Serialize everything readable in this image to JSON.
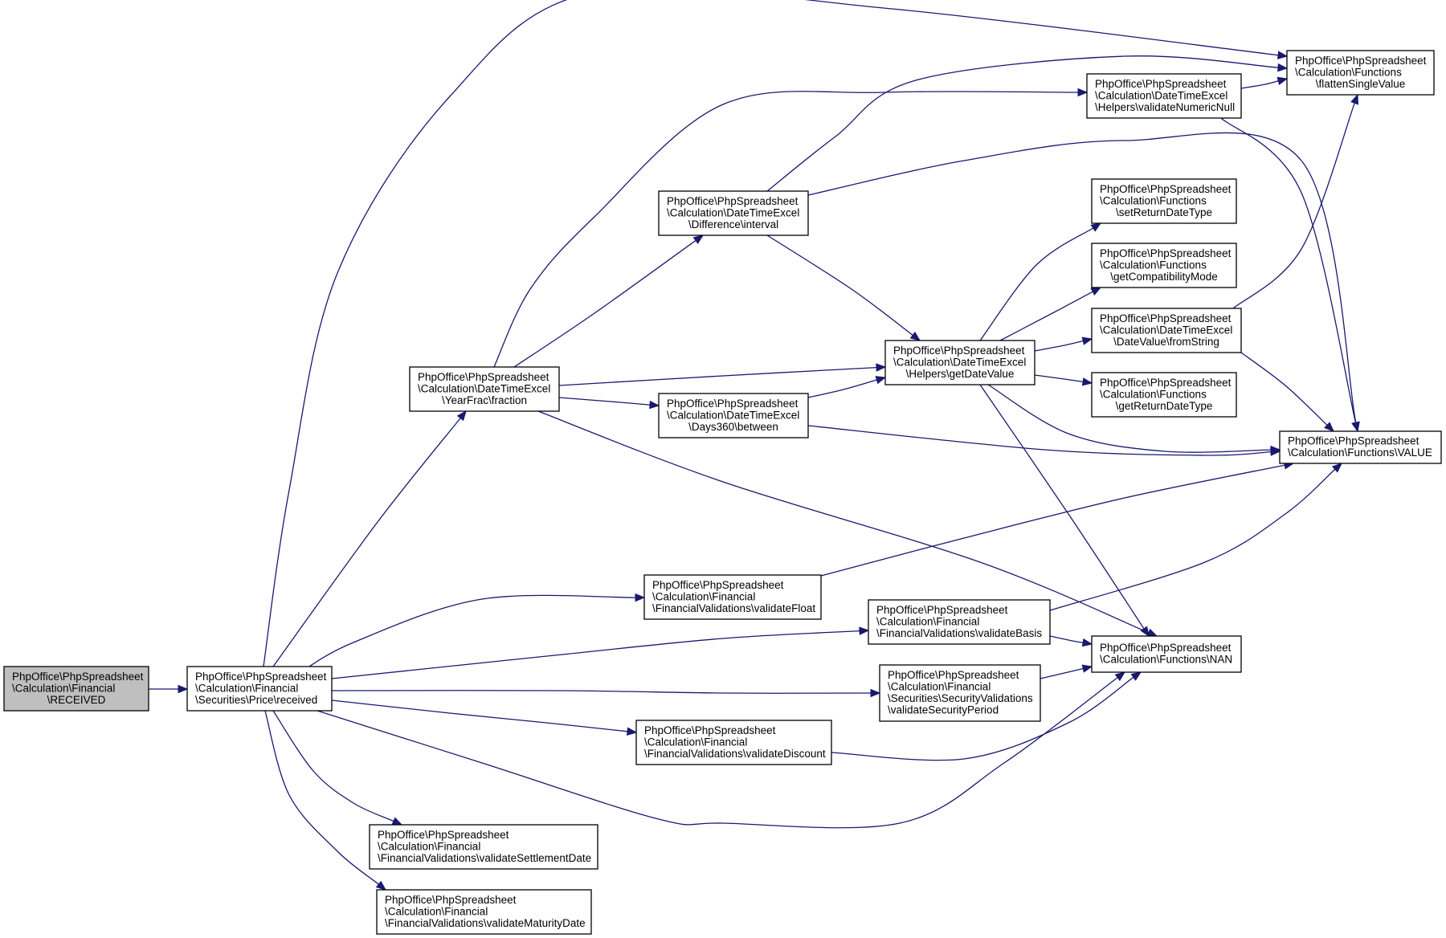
{
  "nodes": [
    {
      "id": "received_root",
      "lines": [
        "PhpOffice\\PhpSpreadsheet",
        "\\Calculation\\Financial",
        "\\RECEIVED"
      ],
      "root": true
    },
    {
      "id": "price_received",
      "lines": [
        "PhpOffice\\PhpSpreadsheet",
        "\\Calculation\\Financial",
        "\\Securities\\Price\\received"
      ]
    },
    {
      "id": "yearfrac_fraction",
      "lines": [
        "PhpOffice\\PhpSpreadsheet",
        "\\Calculation\\DateTimeExcel",
        "\\YearFrac\\fraction"
      ]
    },
    {
      "id": "difference_interval",
      "lines": [
        "PhpOffice\\PhpSpreadsheet",
        "\\Calculation\\DateTimeExcel",
        "\\Difference\\interval"
      ]
    },
    {
      "id": "days360_between",
      "lines": [
        "PhpOffice\\PhpSpreadsheet",
        "\\Calculation\\DateTimeExcel",
        "\\Days360\\between"
      ]
    },
    {
      "id": "helpers_getdatevalue",
      "lines": [
        "PhpOffice\\PhpSpreadsheet",
        "\\Calculation\\DateTimeExcel",
        "\\Helpers\\getDateValue"
      ]
    },
    {
      "id": "helpers_validatenumericnull",
      "lines": [
        "PhpOffice\\PhpSpreadsheet",
        "\\Calculation\\DateTimeExcel",
        "\\Helpers\\validateNumericNull"
      ]
    },
    {
      "id": "flattensinglevalue",
      "lines": [
        "PhpOffice\\PhpSpreadsheet",
        "\\Calculation\\Functions",
        "\\flattenSingleValue"
      ]
    },
    {
      "id": "setreturndatetype",
      "lines": [
        "PhpOffice\\PhpSpreadsheet",
        "\\Calculation\\Functions",
        "\\setReturnDateType"
      ]
    },
    {
      "id": "getcompatibilitymode",
      "lines": [
        "PhpOffice\\PhpSpreadsheet",
        "\\Calculation\\Functions",
        "\\getCompatibilityMode"
      ]
    },
    {
      "id": "datevalue_fromstring",
      "lines": [
        "PhpOffice\\PhpSpreadsheet",
        "\\Calculation\\DateTimeExcel",
        "\\DateValue\\fromString"
      ]
    },
    {
      "id": "getreturndatetype",
      "lines": [
        "PhpOffice\\PhpSpreadsheet",
        "\\Calculation\\Functions",
        "\\getReturnDateType"
      ]
    },
    {
      "id": "functions_value",
      "lines": [
        "PhpOffice\\PhpSpreadsheet",
        "\\Calculation\\Functions\\VALUE"
      ]
    },
    {
      "id": "validatefloat",
      "lines": [
        "PhpOffice\\PhpSpreadsheet",
        "\\Calculation\\Financial",
        "\\FinancialValidations\\validateFloat"
      ]
    },
    {
      "id": "validatebasis",
      "lines": [
        "PhpOffice\\PhpSpreadsheet",
        "\\Calculation\\Financial",
        "\\FinancialValidations\\validateBasis"
      ]
    },
    {
      "id": "functions_nan",
      "lines": [
        "PhpOffice\\PhpSpreadsheet",
        "\\Calculation\\Functions\\NAN"
      ]
    },
    {
      "id": "validatesecurityperiod",
      "lines": [
        "PhpOffice\\PhpSpreadsheet",
        "\\Calculation\\Financial",
        "\\Securities\\SecurityValidations",
        "\\validateSecurityPeriod"
      ]
    },
    {
      "id": "validatediscount",
      "lines": [
        "PhpOffice\\PhpSpreadsheet",
        "\\Calculation\\Financial",
        "\\FinancialValidations\\validateDiscount"
      ]
    },
    {
      "id": "validatesettlementdate",
      "lines": [
        "PhpOffice\\PhpSpreadsheet",
        "\\Calculation\\Financial",
        "\\FinancialValidations\\validateSettlementDate"
      ]
    },
    {
      "id": "validatematuritydate",
      "lines": [
        "PhpOffice\\PhpSpreadsheet",
        "\\Calculation\\Financial",
        "\\FinancialValidations\\validateMaturityDate"
      ]
    }
  ],
  "edges": [
    [
      "received_root",
      "price_received"
    ],
    [
      "price_received",
      "flattensinglevalue"
    ],
    [
      "price_received",
      "yearfrac_fraction"
    ],
    [
      "price_received",
      "validatefloat"
    ],
    [
      "price_received",
      "validatebasis"
    ],
    [
      "price_received",
      "validatesecurityperiod"
    ],
    [
      "price_received",
      "validatediscount"
    ],
    [
      "price_received",
      "functions_nan"
    ],
    [
      "price_received",
      "validatesettlementdate"
    ],
    [
      "price_received",
      "validatematuritydate"
    ],
    [
      "yearfrac_fraction",
      "helpers_validatenumericnull"
    ],
    [
      "yearfrac_fraction",
      "difference_interval"
    ],
    [
      "yearfrac_fraction",
      "helpers_getdatevalue"
    ],
    [
      "yearfrac_fraction",
      "days360_between"
    ],
    [
      "yearfrac_fraction",
      "functions_nan"
    ],
    [
      "difference_interval",
      "flattensinglevalue"
    ],
    [
      "difference_interval",
      "functions_value"
    ],
    [
      "difference_interval",
      "helpers_getdatevalue"
    ],
    [
      "days360_between",
      "helpers_getdatevalue"
    ],
    [
      "days360_between",
      "functions_value"
    ],
    [
      "helpers_validatenumericnull",
      "flattensinglevalue"
    ],
    [
      "helpers_validatenumericnull",
      "functions_value"
    ],
    [
      "helpers_getdatevalue",
      "setreturndatetype"
    ],
    [
      "helpers_getdatevalue",
      "getcompatibilitymode"
    ],
    [
      "helpers_getdatevalue",
      "datevalue_fromstring"
    ],
    [
      "helpers_getdatevalue",
      "getreturndatetype"
    ],
    [
      "helpers_getdatevalue",
      "functions_value"
    ],
    [
      "helpers_getdatevalue",
      "functions_nan"
    ],
    [
      "datevalue_fromstring",
      "flattensinglevalue"
    ],
    [
      "datevalue_fromstring",
      "functions_value"
    ],
    [
      "validatefloat",
      "functions_value"
    ],
    [
      "validatebasis",
      "functions_value"
    ],
    [
      "validatebasis",
      "functions_nan"
    ],
    [
      "validatesecurityperiod",
      "functions_nan"
    ],
    [
      "validatediscount",
      "functions_nan"
    ]
  ]
}
